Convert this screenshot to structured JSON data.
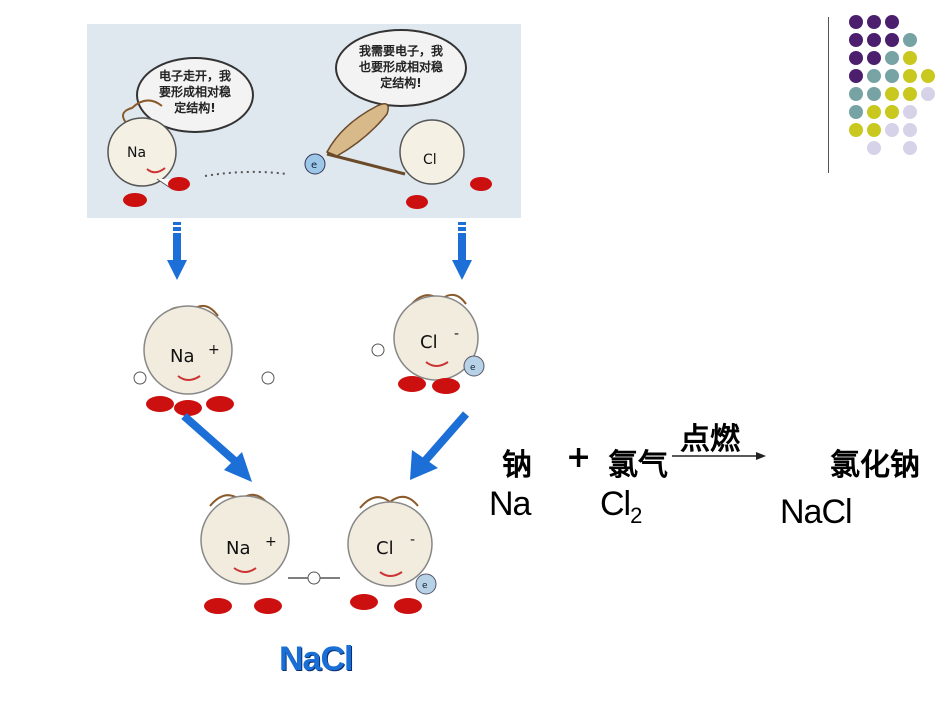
{
  "top_panel": {
    "na_speech": [
      "电子走开，我",
      "要形成相对稳",
      "定结构!"
    ],
    "cl_speech": [
      "我需要电子，我",
      "也要形成相对稳",
      "定结构!"
    ],
    "na_label": "Na",
    "cl_label": "Cl",
    "electron_label": "e"
  },
  "ions": {
    "na_ion": "Na",
    "na_charge": "+",
    "cl_ion": "Cl",
    "cl_charge": "-",
    "electron_label": "e"
  },
  "product_label": "NaCl",
  "equation": {
    "reactant1_cn": "钠",
    "plus": "+",
    "reactant2_cn": "氯气",
    "condition": "点燃",
    "product_cn": "氯化钠",
    "reactant1_sym": "Na",
    "reactant2_sym": "Cl",
    "reactant2_sub": "2",
    "product_sym": "NaCl"
  },
  "colors": {
    "purple": "#4b1f6e",
    "teal": "#78a3a5",
    "olive": "#c8c81e",
    "lavender": "#d6d2e8",
    "arrow_blue": "#1b6fd6",
    "shoe_red": "#cc1010"
  }
}
